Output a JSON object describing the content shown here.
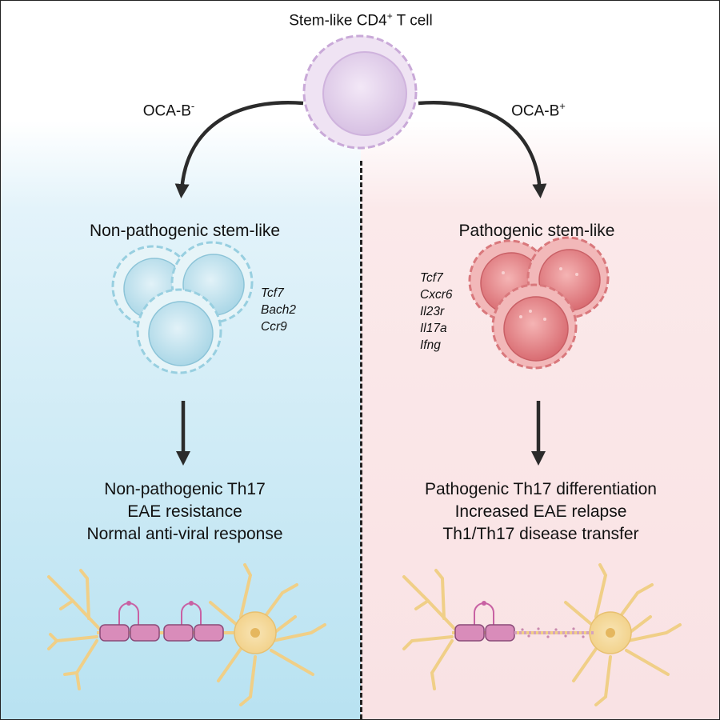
{
  "title": {
    "main": "Stem-like CD4",
    "sup": "+",
    "rest": " T cell"
  },
  "branches": {
    "left": {
      "label": "OCA-B",
      "sup": "-"
    },
    "right": {
      "label": "OCA-B",
      "sup": "+"
    }
  },
  "left": {
    "heading": "Non-pathogenic stem-like",
    "genes": [
      "Tcf7",
      "Bach2",
      "Ccr9"
    ],
    "outcomes": [
      "Non-pathogenic Th17",
      "EAE resistance",
      "Normal anti-viral response"
    ]
  },
  "right": {
    "heading": "Pathogenic stem-like",
    "genes": [
      "Tcf7",
      "Cxcr6",
      "Il23r",
      "Il17a",
      "Ifng"
    ],
    "outcomes": [
      "Pathogenic Th17 differentiation",
      "Increased EAE relapse",
      "Th1/Th17 disease transfer"
    ]
  },
  "colors": {
    "left_background": "#b8e2f1",
    "right_background": "#f9e2e4",
    "stem_cell": "#dcc3e6",
    "non_pathogenic_cell": "#bfe1ec",
    "pathogenic_cell": "#e5868a",
    "neuron": "#f5d79a",
    "myelin": "#d98cba"
  }
}
